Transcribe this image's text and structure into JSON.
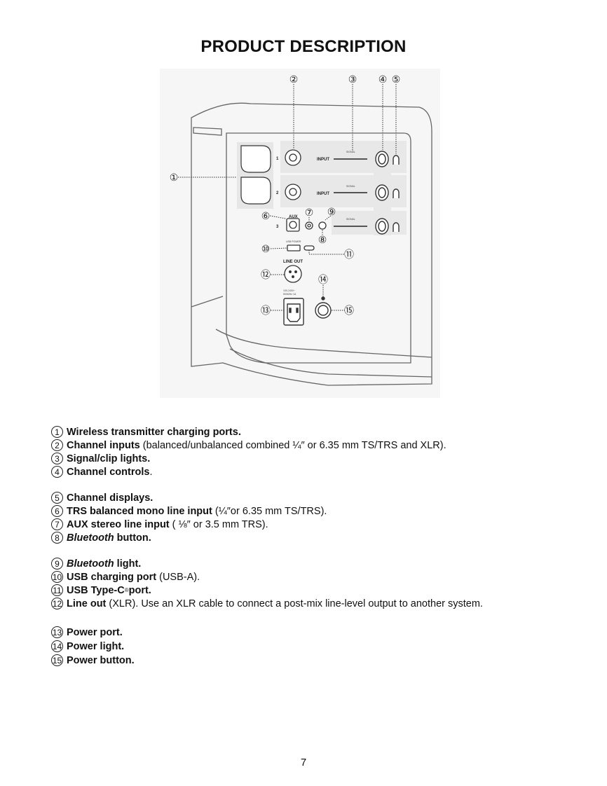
{
  "title": "PRODUCT DESCRIPTION",
  "diagram": {
    "callouts": [
      "①",
      "②",
      "③",
      "④",
      "⑤",
      "⑥",
      "⑦",
      "⑧",
      "⑨",
      "⑩",
      "⑪",
      "⑫",
      "⑬",
      "⑭",
      "⑮"
    ],
    "channel_numbers": [
      "1",
      "2",
      "3"
    ],
    "input_label": "INPUT",
    "signal_label": "SIGNAL",
    "aux_label": "AUX",
    "usb_power_label": "USB POWER",
    "line_out_label": "LINE OUT",
    "power_rating_line1": "100-240V~",
    "power_rating_line2": "50/60Hz 1A"
  },
  "legend": [
    {
      "num": "1",
      "bold": "Wireless transmitter charging ports.",
      "rest": ""
    },
    {
      "num": "2",
      "bold": "Channel inputs",
      "rest": " (balanced/unbalanced combined ¼″ or 6.35 mm TS/TRS and XLR)."
    },
    {
      "num": "3",
      "bold": "Signal/clip lights.",
      "rest": ""
    },
    {
      "num": "4",
      "bold": "Channel controls",
      "rest": "."
    },
    {
      "num": "5",
      "bold": "Channel displays.",
      "rest": ""
    },
    {
      "num": "6",
      "bold": "TRS balanced mono line input",
      "rest": " (¼″or 6.35 mm TS/TRS)."
    },
    {
      "num": "7",
      "bold": "AUX stereo line input",
      "rest": " ( ⅛″ or 3.5 mm TRS)."
    },
    {
      "num": "8",
      "italic": "Bluetooth",
      "bold": " button.",
      "rest": ""
    },
    {
      "num": "9",
      "italic": "Bluetooth",
      "bold": " light.",
      "rest": ""
    },
    {
      "num": "10",
      "bold": "USB charging port",
      "rest": " (USB-A)."
    },
    {
      "num": "11",
      "bold": "USB Type-C",
      "sup": "®",
      "bold2": "port.",
      "rest": ""
    },
    {
      "num": "12",
      "bold": "Line out",
      "rest": " (XLR). Use an XLR cable to connect a post-mix line-level output to another system."
    },
    {
      "num": "13",
      "bold": "Power port.",
      "rest": ""
    },
    {
      "num": "14",
      "bold": "Power light.",
      "rest": ""
    },
    {
      "num": "15",
      "bold": "Power button.",
      "rest": ""
    }
  ],
  "page_number": "7"
}
